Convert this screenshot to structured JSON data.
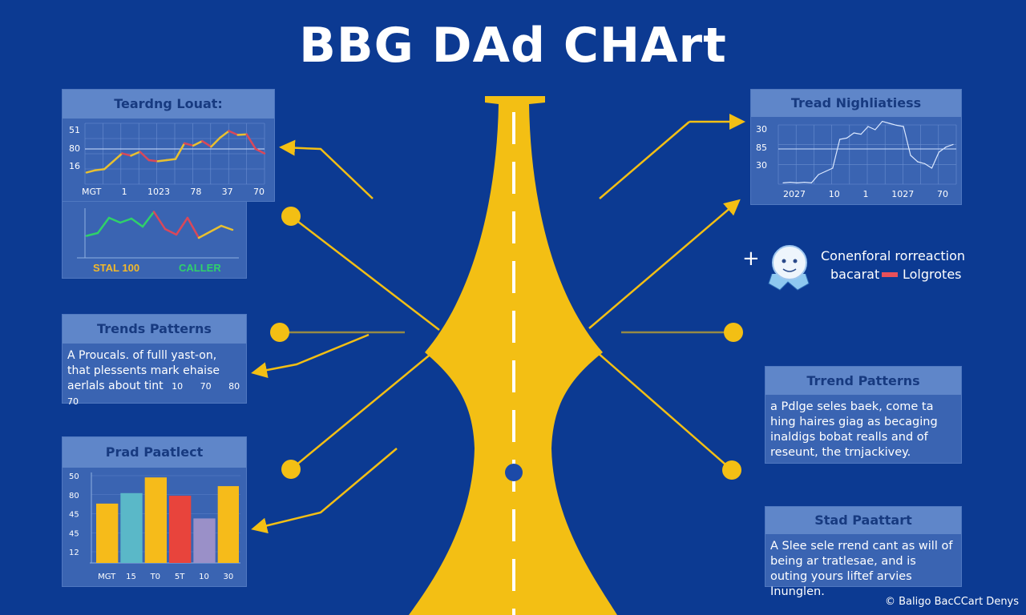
{
  "title": "BBG DAd CHArt",
  "colors": {
    "background": "#0c3a92",
    "road": "#f3bf14",
    "panel": "#3a64b2",
    "panel_header": "#5f86c9"
  },
  "left_top_panel": {
    "title": "Teardng Louat:",
    "y_ticks": [
      "51",
      "80",
      "16"
    ],
    "x_ticks": [
      "MGT",
      "1",
      "1023",
      "78",
      "37",
      "70"
    ],
    "legend": [
      {
        "label": "STAL 100",
        "color": "#f2b82a"
      },
      {
        "label": "CALLER",
        "color": "#2fd16a"
      }
    ]
  },
  "left_mid_panel": {
    "title": "Trends Patterns",
    "text": "A Proucals. of fulll yast-on, that plessents mark ehaise aerlals about tint",
    "numbers": [
      "10",
      "70",
      "80",
      "70"
    ]
  },
  "right_top_panel": {
    "title": "Tread Nighliatiess",
    "y_ticks": [
      "30",
      "85",
      "30"
    ],
    "x_ticks": [
      "2027",
      "10",
      "1",
      "1027",
      "70"
    ]
  },
  "person_note": {
    "line1": "Conenforal rorreaction",
    "line2a": "bacarat",
    "line2b": "Lolgrotes",
    "plus": "+"
  },
  "right_mid_panel": {
    "title": "Trrend Patterns",
    "text": "a Pdlge seles baek, come ta hing haires giag as becaging inaldigs bobat realls and of reseunt, the trnjackivey."
  },
  "right_bottom_panel": {
    "title": "Stad Paattart",
    "text": "A Slee sele rrend cant as will of being ar tratlesae, and is outing yours liftef arvies Inunglen."
  },
  "copyright": "© Baligo BacCCart Denys",
  "chart_data": [
    {
      "type": "line",
      "title": "Teardng Louat:",
      "ylim": [
        0,
        100
      ],
      "series": [
        {
          "name": "main",
          "values": [
            18,
            22,
            24,
            38,
            52,
            48,
            55,
            40,
            38,
            40,
            42,
            70,
            66,
            74,
            64,
            80,
            92,
            85,
            86,
            60,
            52
          ]
        }
      ]
    },
    {
      "type": "line",
      "title": "",
      "ylim": [
        0,
        100
      ],
      "series": [
        {
          "name": "STAL 100 / CALLER",
          "values": [
            35,
            42,
            80,
            68,
            78,
            58,
            95,
            52,
            38,
            80,
            30,
            45,
            60,
            50
          ]
        }
      ]
    },
    {
      "type": "line",
      "title": "Tread Nighliatiess",
      "ylim": [
        0,
        100
      ],
      "series": [
        {
          "name": "main",
          "values": [
            2,
            3,
            2,
            3,
            2,
            15,
            20,
            25,
            70,
            72,
            80,
            78,
            90,
            85,
            98,
            95,
            92,
            90,
            45,
            35,
            32,
            25,
            50,
            58,
            62
          ]
        }
      ]
    },
    {
      "type": "bar",
      "title": "Prad Paatlect",
      "y_ticks": [
        "50",
        "80",
        "45",
        "45",
        "12"
      ],
      "categories": [
        "MGT",
        "15",
        "T0",
        "5T",
        "10",
        "30"
      ],
      "values": [
        68,
        80,
        98,
        77,
        51,
        88
      ],
      "ylim": [
        0,
        100
      ],
      "bar_colors": [
        "#f6bb1a",
        "#5ab8c8",
        "#f6bb1a",
        "#e8443c",
        "#9a90c8",
        "#f6bb1a"
      ]
    }
  ]
}
